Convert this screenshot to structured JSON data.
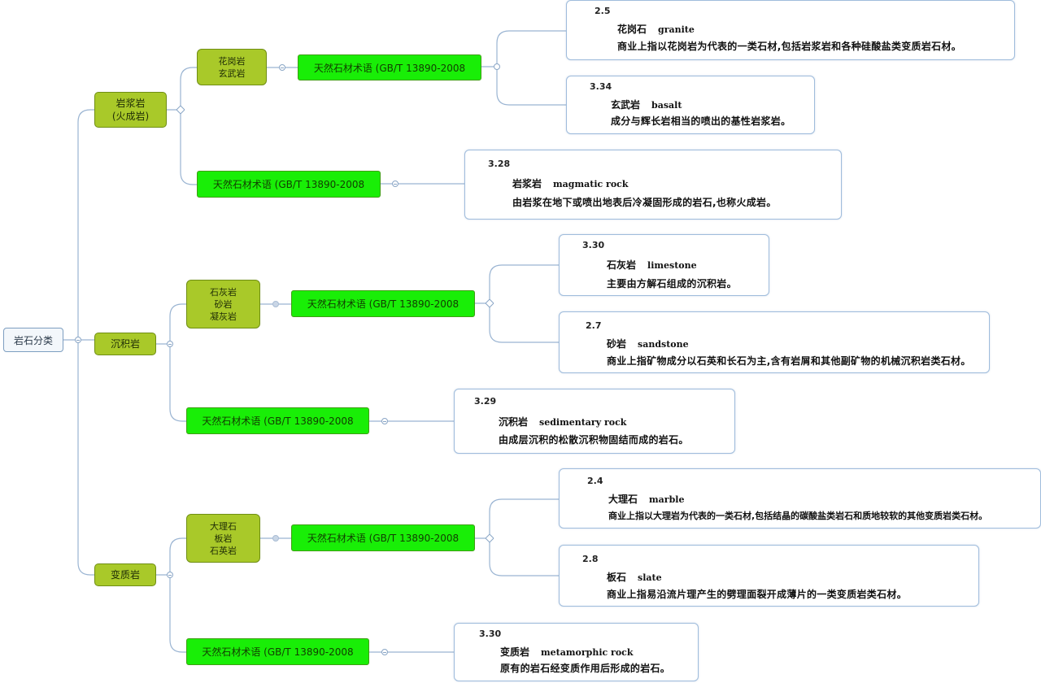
{
  "root": {
    "label": "岩石分类"
  },
  "categories": [
    {
      "label": "岩浆岩(火成岩)",
      "label_lines": [
        "岩浆岩",
        "(火成岩)"
      ],
      "sub_group": {
        "lines": [
          "花岗岩",
          "玄武岩"
        ]
      },
      "standards": [
        "天然石材术语 (GB/T 13890-2008",
        "天然石材术语 (GB/T 13890-2008"
      ],
      "definitions": [
        {
          "num": "2.5",
          "term_cn": "花岗石",
          "term_en": "granite",
          "desc": "商业上指以花岗岩为代表的一类石材,包括岩浆岩和各种硅酸盐类变质岩石材。"
        },
        {
          "num": "3.34",
          "term_cn": "玄武岩",
          "term_en": "basalt",
          "desc": "成分与辉长岩相当的喷出的基性岩浆岩。"
        },
        {
          "num": "3.28",
          "term_cn": "岩浆岩",
          "term_en": "magmatic rock",
          "desc": "由岩浆在地下或喷出地表后冷凝固形成的岩石,也称火成岩。"
        }
      ]
    },
    {
      "label": "沉积岩",
      "sub_group": {
        "lines": [
          "石灰岩",
          "砂岩",
          "凝灰岩"
        ]
      },
      "standards": [
        "天然石材术语 (GB/T 13890-2008",
        "天然石材术语 (GB/T 13890-2008"
      ],
      "definitions": [
        {
          "num": "3.30",
          "term_cn": "石灰岩",
          "term_en": "limestone",
          "desc": "主要由方解石组成的沉积岩。"
        },
        {
          "num": "2.7",
          "term_cn": "砂岩",
          "term_en": "sandstone",
          "desc": "商业上指矿物成分以石英和长石为主,含有岩屑和其他副矿物的机械沉积岩类石材。"
        },
        {
          "num": "3.29",
          "term_cn": "沉积岩",
          "term_en": "sedimentary rock",
          "desc": "由成层沉积的松散沉积物固结而成的岩石。"
        }
      ]
    },
    {
      "label": "变质岩",
      "sub_group": {
        "lines": [
          "大理石",
          "板岩",
          "石英岩"
        ]
      },
      "standards": [
        "天然石材术语 (GB/T 13890-2008",
        "天然石材术语 (GB/T 13890-2008"
      ],
      "definitions": [
        {
          "num": "2.4",
          "term_cn": "大理石",
          "term_en": "marble",
          "desc": "商业上指以大理岩为代表的一类石材,包括结晶的碳酸盐类岩石和质地较软的其他变质岩类石材。"
        },
        {
          "num": "2.8",
          "term_cn": "板石",
          "term_en": "slate",
          "desc": "商业上指易沿流片理产生的劈理面裂开成薄片的一类变质岩类石材。"
        },
        {
          "num": "3.30",
          "term_cn": "变质岩",
          "term_en": "metamorphic rock",
          "desc": "原有的岩石经变质作用后形成的岩石。"
        }
      ]
    }
  ],
  "colors": {
    "connector": "#9ab4d2",
    "category_fill": "#a9c929",
    "standard_fill": "#19ee07",
    "definition_border": "#9fbcdc"
  }
}
